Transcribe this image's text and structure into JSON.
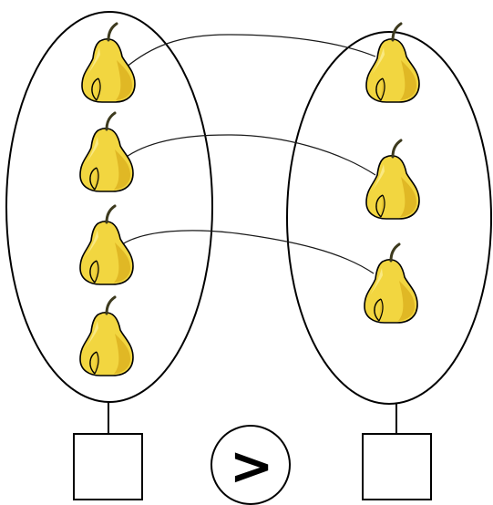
{
  "comparison": {
    "symbol": ">"
  },
  "groups": [
    {
      "name": "left",
      "pear_count": 4,
      "answer_box": ""
    },
    {
      "name": "right",
      "pear_count": 3,
      "answer_box": ""
    }
  ],
  "matches": [
    {
      "from": "left",
      "to": "right"
    },
    {
      "from": "left",
      "to": "right"
    },
    {
      "from": "left",
      "to": "right"
    }
  ],
  "unmatched_left": 1,
  "colors": {
    "pear_body": "#f2d640",
    "pear_shadow": "#d9ae1c",
    "pear_highlight": "#fbeb8a",
    "outline": "#000000",
    "stem": "#3d3a1e"
  },
  "icons": [
    "pear-icon",
    "answer-box",
    "comparison-circle"
  ]
}
